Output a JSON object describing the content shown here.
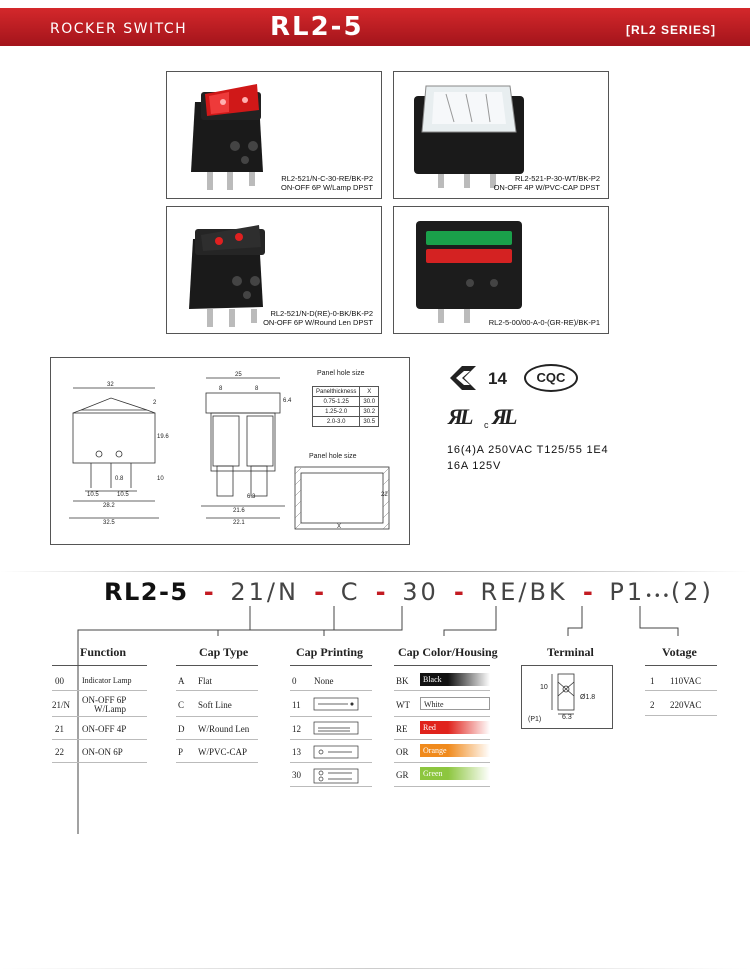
{
  "header": {
    "left_title": "ROCKER SWITCH",
    "model": "RL2-5",
    "series": "[RL2 SERIES]"
  },
  "photos": [
    {
      "line1": "RL2-521/N-C-30-RE/BK-P2",
      "line2": "ON-OFF 6P W/Lamp DPST"
    },
    {
      "line1": "RL2-521-P-30-WT/BK-P2",
      "line2": "ON-OFF 4P W/PVC-CAP DPST"
    },
    {
      "line1": "RL2-521/N-D(RE)-0-BK/BK-P2",
      "line2": "ON-OFF 6P W/Round Len DPST"
    },
    {
      "line1": "RL2-5-00/00-A-0-(GR-RE)/BK-P1",
      "line2": ""
    }
  ],
  "drawing": {
    "panel_hole_title": "Panel hole size",
    "panel_hole_title2": "Panel hole size",
    "table_header": [
      "Panelthickness",
      "X"
    ],
    "table_rows": [
      [
        "0.75-1.25",
        "30.0"
      ],
      [
        "1.25-2.0",
        "30.2"
      ],
      [
        "2.0-3.0",
        "30.5"
      ]
    ],
    "dims": {
      "d32": "32",
      "d2": "2",
      "d19_6": "19.6",
      "d10": "10",
      "d0_8": "0.8",
      "d10_5a": "10.5",
      "d10_5b": "10.5",
      "d28_2": "28.2",
      "d32_5": "32.5",
      "d25": "25",
      "d8a": "8",
      "d8b": "8",
      "d6_4": "6.4",
      "d6_3": "6.3",
      "d21_6": "21.6",
      "d22_1": "22.1",
      "d22": "22",
      "dx": "X"
    }
  },
  "certs": {
    "enec": "14",
    "cqc": "CQC",
    "ul_c": "c",
    "spec1": "16(4)A 250VAC T125/55 1E4",
    "spec2": "16A 125V"
  },
  "code": {
    "model": "RL2-5",
    "dash": "-",
    "p1": "21/N",
    "p2": "C",
    "p3": "30",
    "p4": "RE/BK",
    "p5": "P1",
    "dots": "•••",
    "p6": "(2)"
  },
  "function": {
    "title": "Function",
    "rows": [
      {
        "code": "00",
        "desc": "Indicator Lamp"
      },
      {
        "code": "21/N",
        "desc": "ON-OFF 6P",
        "desc2": "W/Lamp"
      },
      {
        "code": "21",
        "desc": "ON-OFF 4P"
      },
      {
        "code": "22",
        "desc": "ON-ON  6P"
      }
    ]
  },
  "cap_type": {
    "title": "Cap Type",
    "rows": [
      {
        "code": "A",
        "desc": "Flat"
      },
      {
        "code": "C",
        "desc": "Soft  Line"
      },
      {
        "code": "D",
        "desc": "W/Round  Len"
      },
      {
        "code": "P",
        "desc": "W/PVC-CAP"
      }
    ]
  },
  "cap_printing": {
    "title": "Cap Printing",
    "rows": [
      {
        "code": "0",
        "desc": "None"
      },
      {
        "code": "11"
      },
      {
        "code": "12"
      },
      {
        "code": "13"
      },
      {
        "code": "30"
      }
    ]
  },
  "cap_color": {
    "title": "Cap Color/Housing",
    "rows": [
      {
        "code": "BK",
        "name": "Black",
        "color": "#111111"
      },
      {
        "code": "WT",
        "name": "White",
        "color": "#ffffff"
      },
      {
        "code": "RE",
        "name": "Red",
        "color": "#e0231c"
      },
      {
        "code": "OR",
        "name": "Orange",
        "color": "#f08a1c"
      },
      {
        "code": "GR",
        "name": "Green",
        "color": "#8dc63f"
      }
    ]
  },
  "terminal": {
    "title": "Terminal",
    "d10": "10",
    "d1_8": "Ø1.8",
    "d6_3": "6.3",
    "label": "(P1)"
  },
  "votage": {
    "title": "Votage",
    "rows": [
      {
        "code": "1",
        "desc": "110VAC"
      },
      {
        "code": "2",
        "desc": "220VAC"
      }
    ]
  },
  "colors": {
    "header_red": "#c31b22",
    "accent": "#c31b22"
  }
}
